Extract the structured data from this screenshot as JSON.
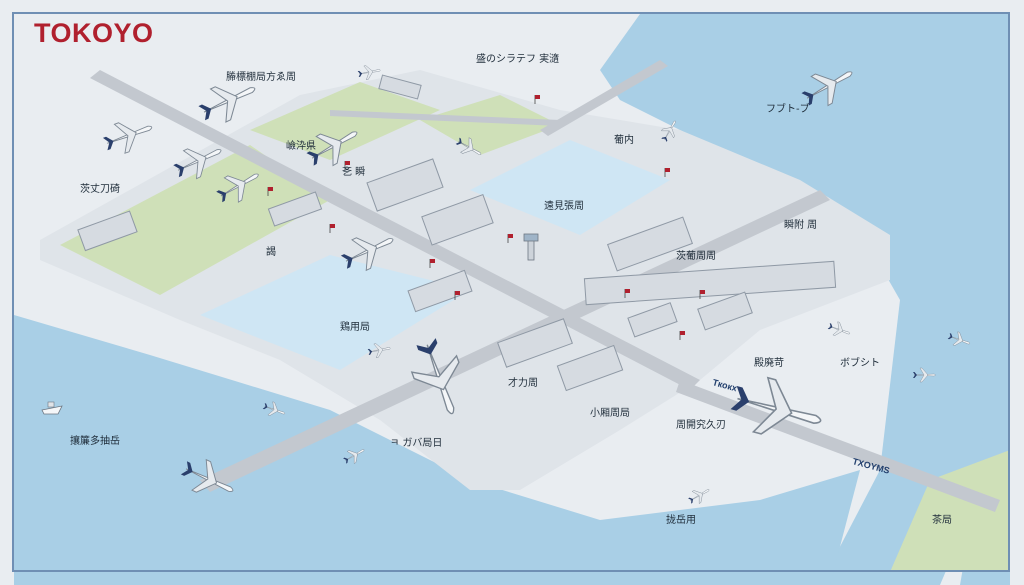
{
  "map": {
    "title": "TOKOYO",
    "title_color": "#b0202e",
    "colors": {
      "water": "#a9cfe6",
      "land": "#e9edf1",
      "grass": "#cfe0b8",
      "apron": "#cfe6f4",
      "road": "#c3c8cf",
      "building": "#d6dbe1",
      "accent": "#b0202e"
    },
    "labels": [
      {
        "text": "㬺標棚局方ゑ周"
      },
      {
        "text": "盛のシラテフ 実㵦"
      },
      {
        "text": "フブト-ブ"
      },
      {
        "text": "嶮㳃県"
      },
      {
        "text": "㐎 瞬"
      },
      {
        "text": "茨丈刀碕"
      },
      {
        "text": "葡内"
      },
      {
        "text": "遠見張周"
      },
      {
        "text": "謁"
      },
      {
        "text": "茨葡周周"
      },
      {
        "text": "瞬附 周"
      },
      {
        "text": "鶏用局"
      },
      {
        "text": "殿廃苛"
      },
      {
        "text": "ボブシト"
      },
      {
        "text": "才力周"
      },
      {
        "text": "小厢周局"
      },
      {
        "text": "周開究久刃"
      },
      {
        "text": "攘簾多抽岳"
      },
      {
        "text": "ㅋ ガバ局日"
      },
      {
        "text": "拢岳用"
      },
      {
        "text": "茶局"
      }
    ],
    "aircraft_markings": [
      {
        "text": "Tкокх"
      },
      {
        "text": "TXOYMS"
      }
    ],
    "icons": [
      "airplane-icon",
      "boat-icon",
      "control-tower-icon",
      "flag-marker-icon"
    ]
  }
}
